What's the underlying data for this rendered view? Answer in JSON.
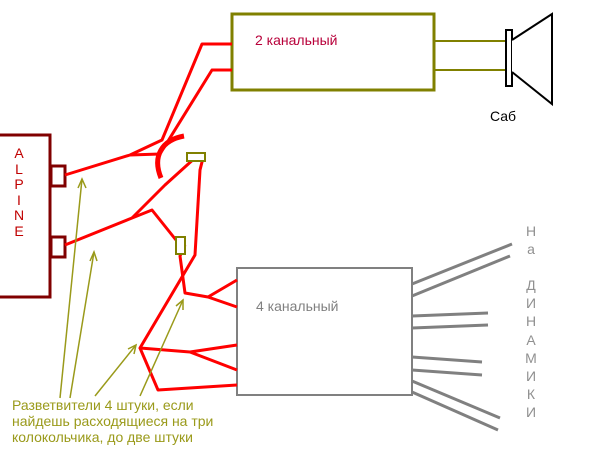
{
  "head_unit": {
    "brand_letters": [
      "A",
      "L",
      "P",
      "I",
      "N",
      "E"
    ]
  },
  "amp_2ch": {
    "label": "2 канальный"
  },
  "amp_4ch": {
    "label": "4 канальный"
  },
  "subwoofer": {
    "label": "Саб"
  },
  "speakers": {
    "letters": [
      "Н",
      "а",
      "",
      "Д",
      "И",
      "Н",
      "А",
      "М",
      "И",
      "К",
      "И"
    ]
  },
  "note": {
    "lines": [
      "Разветвители 4 штуки, если",
      "найдешь расходящиеся на три",
      "колокольчика, до две штуки"
    ]
  },
  "colors": {
    "wire": "#ff0000",
    "head_unit": "#800000",
    "amp_2ch": "#808000",
    "amp_4ch": "#808080",
    "arrow": "#9a9a1a"
  }
}
